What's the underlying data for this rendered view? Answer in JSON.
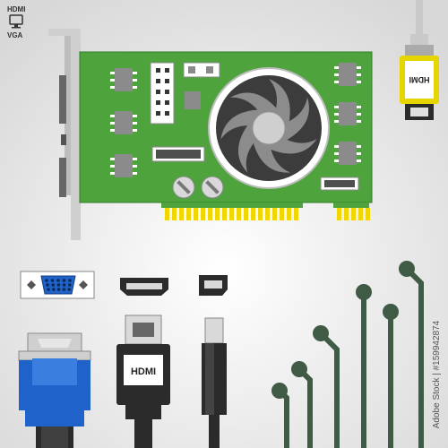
{
  "legend": {
    "top": "HDMI",
    "bottom": "VGA"
  },
  "cable_labels": {
    "hdmi_cable": "HDMI",
    "hdmi_top_plug": "HDMI"
  },
  "stock_id": "Adobe Stock | #159942874",
  "colors": {
    "pcb": "#4fa33d",
    "pcb_edge": "#2f7d28",
    "chip": "#8b8b8b",
    "bracket": "#cfcfcf",
    "gold": "#f2d600",
    "vga_blue": "#1f62c9",
    "dark": "#2b2b2b",
    "trace": "#3f5a45"
  }
}
